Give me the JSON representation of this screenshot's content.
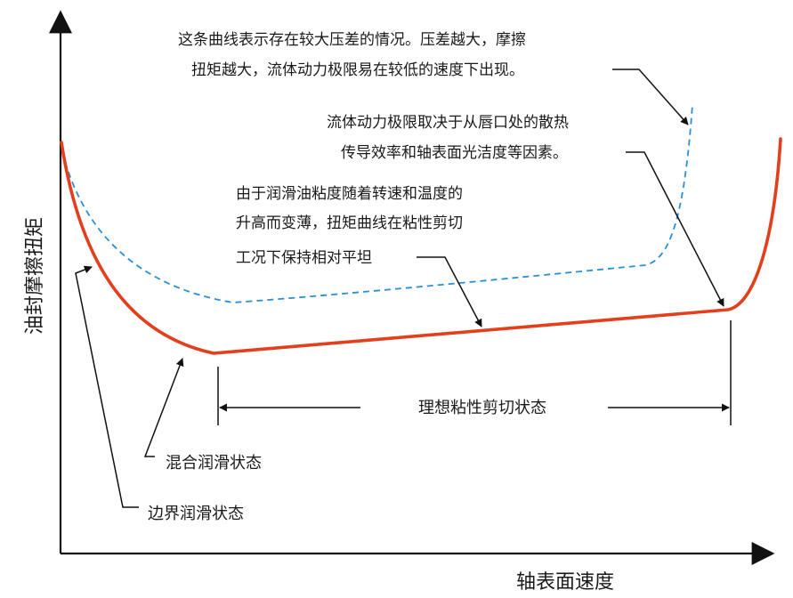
{
  "axes": {
    "y_label": "油封摩擦扭矩",
    "x_label": "轴表面速度"
  },
  "annotations": {
    "high_pressure": {
      "line1": "这条曲线表示存在较大压差的情况。压差越大，摩擦",
      "line2": "扭矩越大，流体动力极限易在较低的速度下出现。"
    },
    "hydro_limit": {
      "line1": "流体动力极限取决于从唇口处的散热",
      "line2": "传导效率和轴表面光洁度等因素。"
    },
    "viscosity": {
      "line1": "由于润滑油粘度随着转速和温度的",
      "line2": "升高而变薄，扭矩曲线在粘性剪切",
      "line3": "工况下保持相对平坦"
    },
    "ideal_shear": "理想粘性剪切状态",
    "mixed_lubrication": "混合润滑状态",
    "boundary_lubrication": "边界润滑状态"
  },
  "colors": {
    "main_curve": "#e2401c",
    "dashed_curve": "#2b8fd6",
    "axis": "#111111",
    "text": "#1a1a1a"
  }
}
